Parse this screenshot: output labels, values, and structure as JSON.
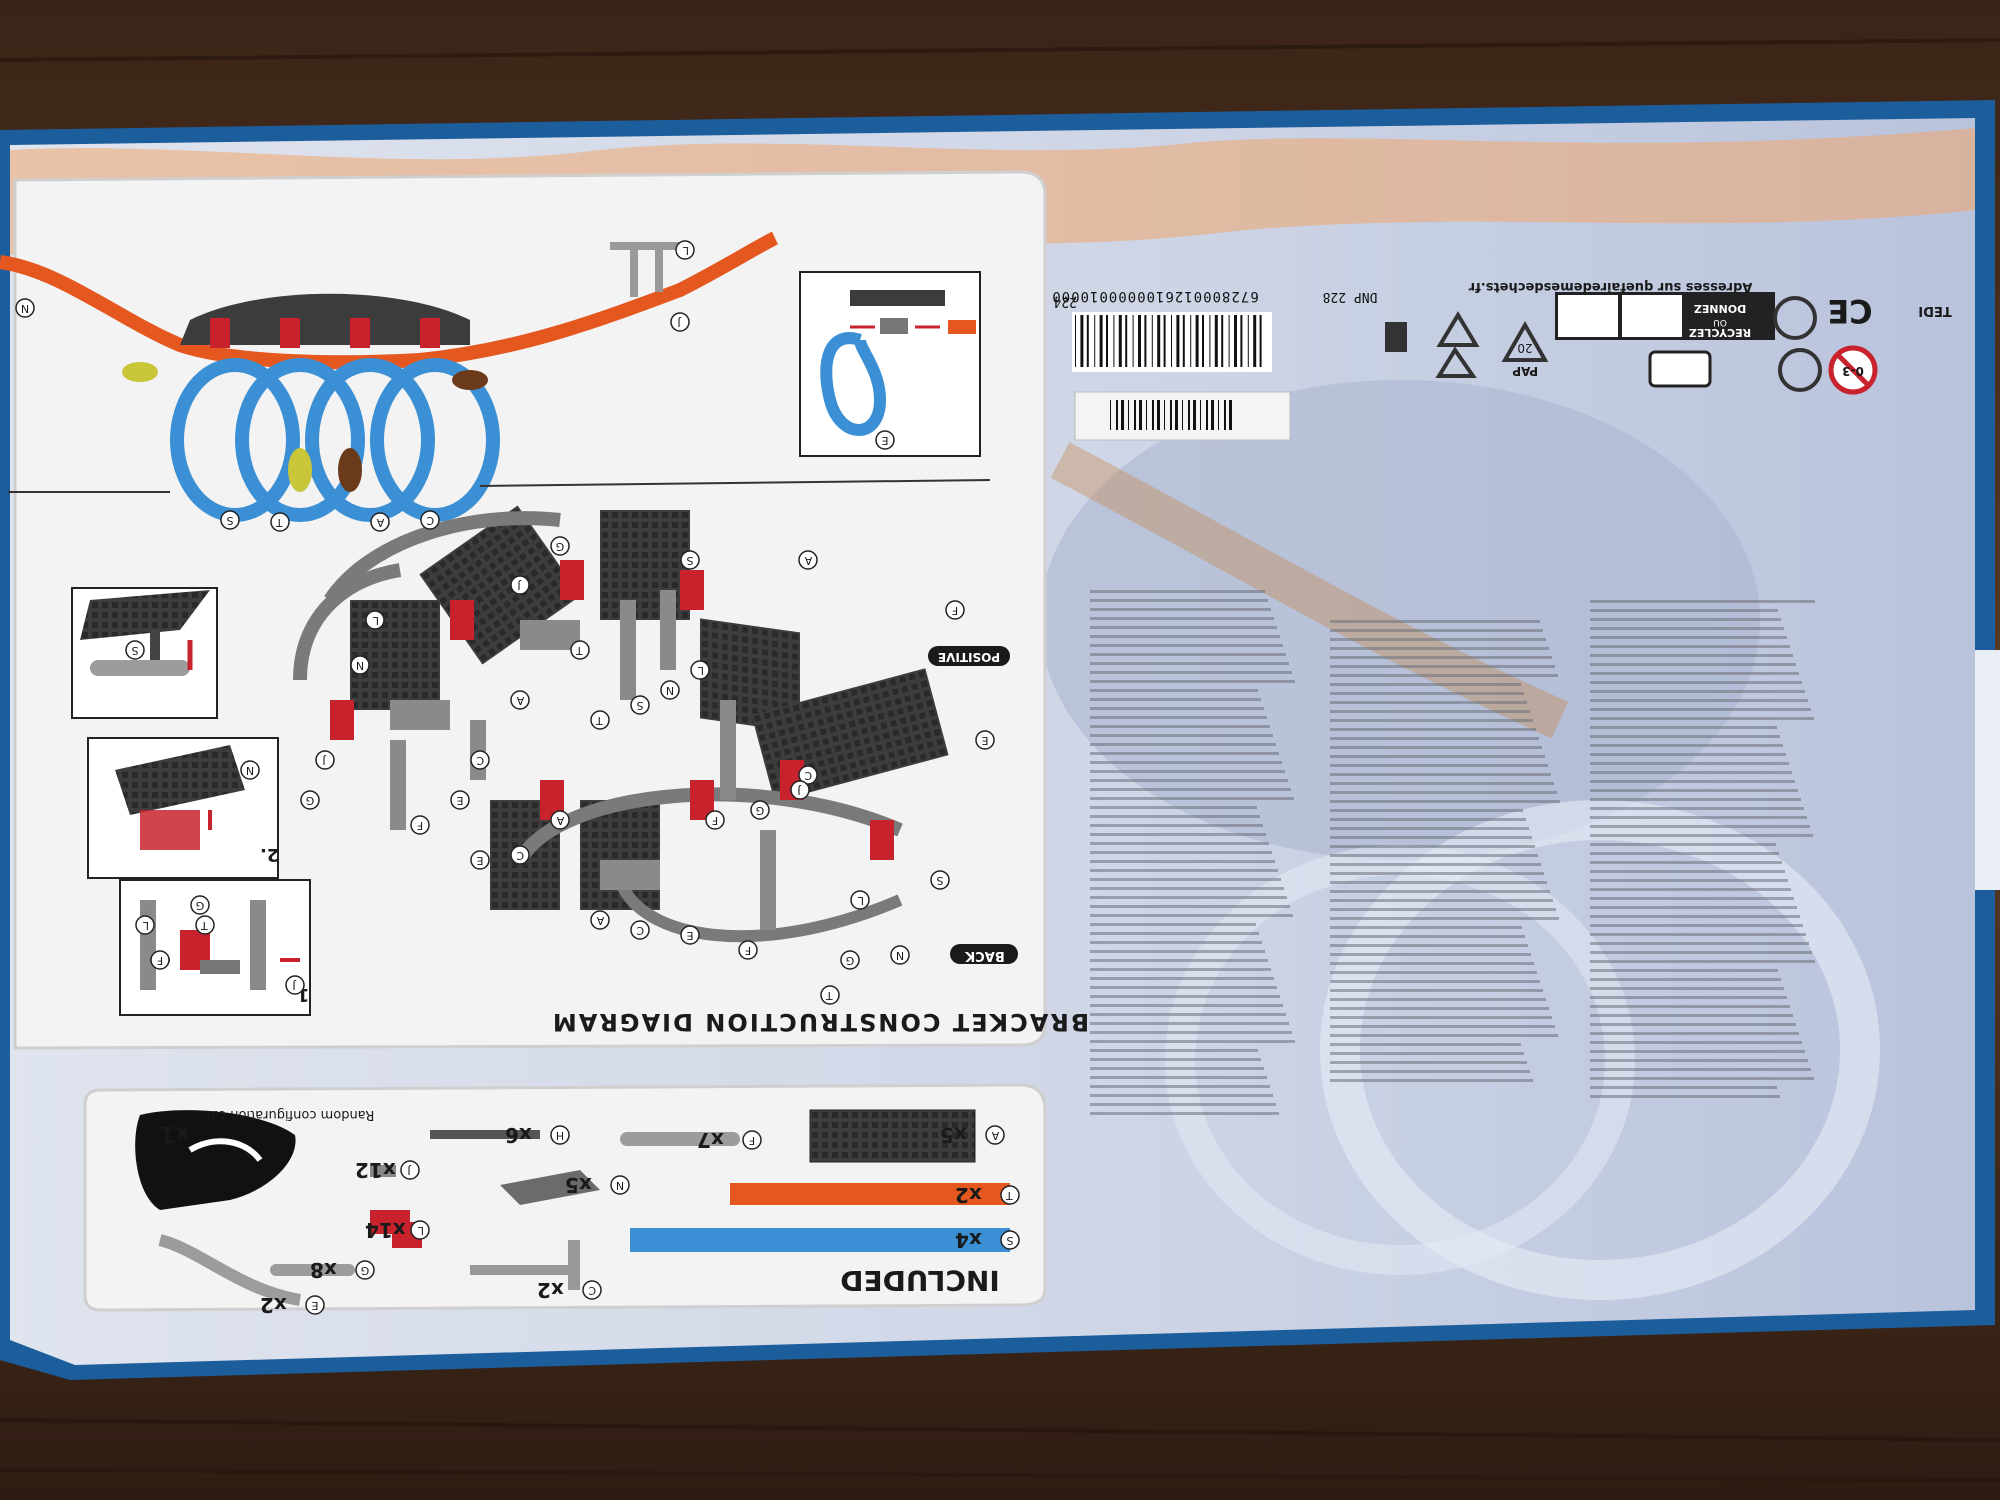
{
  "included": {
    "title": "INCLUDED",
    "items": [
      {
        "code": "A",
        "qty": "x5"
      },
      {
        "code": "F",
        "qty": "x7"
      },
      {
        "code": "H",
        "qty": "x6"
      },
      {
        "code": "T",
        "qty": "x2"
      },
      {
        "code": "N",
        "qty": "x5"
      },
      {
        "code": "J",
        "qty": "x12"
      },
      {
        "code": "S",
        "qty": "x4"
      },
      {
        "code": "L",
        "qty": "x14"
      },
      {
        "code": "C",
        "qty": "x2"
      },
      {
        "code": "G",
        "qty": "x8"
      },
      {
        "code": "E",
        "qty": "x2"
      }
    ],
    "car_qty": "x1",
    "car_caption": "Random configuration car"
  },
  "diagram": {
    "title": "BRACKET CONSTRUCTION DIAGRAM",
    "back_badge": "BACK",
    "positive_badge": "POSITIVE",
    "steps": [
      "1.",
      "2."
    ],
    "part_labels": [
      "A",
      "C",
      "E",
      "F",
      "G",
      "J",
      "L",
      "N",
      "S",
      "T"
    ]
  },
  "label_block": {
    "barcode_number": "6728000126100000010000",
    "dnp": "DNP 228",
    "code": "224",
    "recycle_line": "Adresses sur quefairedemesdechets.fr",
    "donner": "DONNEZ",
    "recyclez": "RECYCLEZ",
    "ou": "OU",
    "pap": "PAP",
    "pap_num": "20",
    "ce": "CE",
    "brand": "TEDI",
    "age_warning": "0-3"
  },
  "colors": {
    "box_blue": "#1f6fb3",
    "panel": "#f2f2f2",
    "track_orange": "#e4571f",
    "loop_blue": "#3b8fd4",
    "bracket_red": "#c8232c",
    "bracket_grey": "#3c3c3c",
    "wood": "#4a2f1e"
  }
}
